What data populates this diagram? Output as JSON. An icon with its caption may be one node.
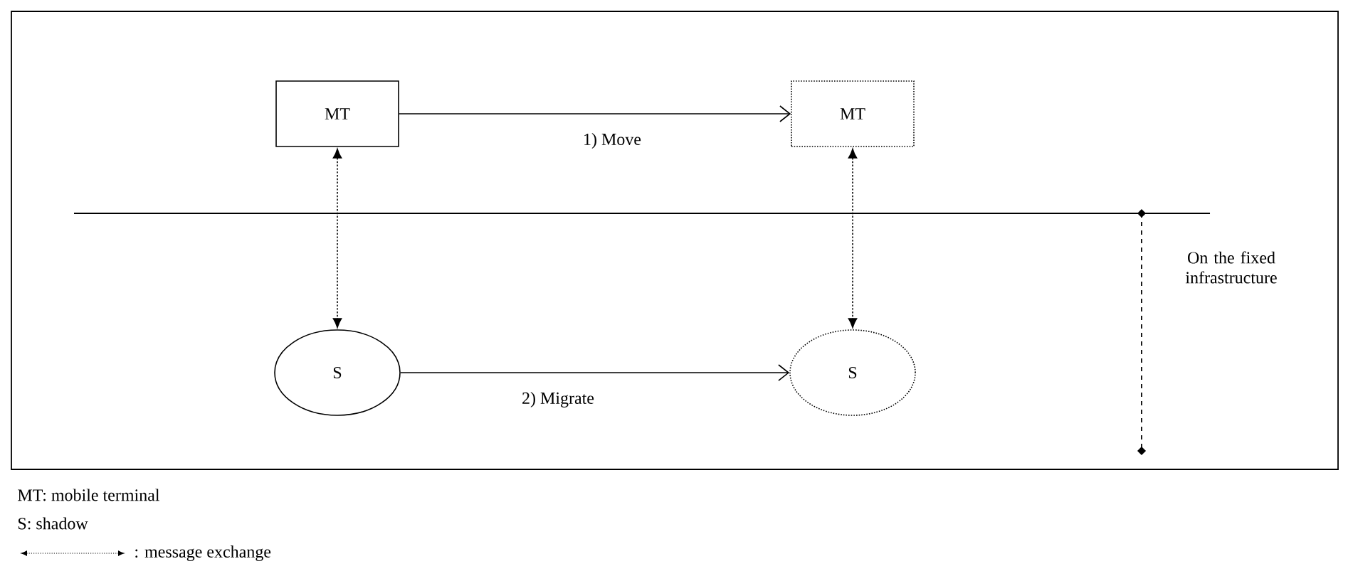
{
  "diagram": {
    "nodes": [
      {
        "text": [
          "MT"
        ]
      },
      {
        "text": [
          "MT"
        ]
      },
      {
        "text": [
          "S"
        ]
      },
      {
        "text": [
          "S"
        ]
      }
    ],
    "edges": [
      {
        "from": 0,
        "to": 1,
        "arrow": "to",
        "label": "1) Move"
      },
      {
        "from": 2,
        "to": 3,
        "arrow": "to",
        "label": "2) Migrate"
      },
      {
        "from": 0,
        "to": 2,
        "arrow": "both",
        "style": "dashed"
      },
      {
        "from": 1,
        "to": 3,
        "arrow": "both",
        "style": "dashed"
      }
    ],
    "labels": [
      "On the fixed infrastructure",
      "MT: mobile terminal",
      "S: shadow"
    ],
    "legend": [
      {
        "text": ": message exchange"
      }
    ]
  }
}
